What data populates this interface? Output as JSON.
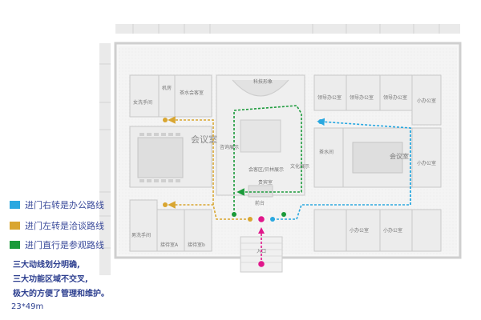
{
  "dimensions": {
    "top": [
      "200",
      "400",
      "400",
      "400",
      "1500",
      "500",
      "500",
      "500",
      "400",
      "200"
    ],
    "left": [
      "200",
      "400",
      "200",
      "600",
      "300",
      "400",
      "300"
    ]
  },
  "rooms": {
    "womens_restroom": "女洗手间",
    "machine_room": "机房",
    "tea_room": "茶水会客室",
    "reception_area": "科技形象",
    "reception_desk": "会客区/贝林展示",
    "meeting_room": "会议室",
    "general_manager": "贵宾室",
    "tea_room_2": "茶水间",
    "leader_office_1": "领导办公室",
    "leader_office_2": "领导办公室",
    "leader_office_3": "领导办公室",
    "small_office_right": "小办公室",
    "conference_room_right": "会议室",
    "small_office_right_2": "小办公室",
    "small_office_bottom_1": "小办公室",
    "small_office_bottom_2": "小办公室",
    "mens_restroom": "男洗手间",
    "reception_room_a": "接待室A",
    "reception_room_b": "接待室b",
    "entrance": "入口",
    "front_desk": "前台",
    "reception_left": "咨询展示",
    "reception_right": "文化展示"
  },
  "legend": [
    {
      "label": "进门右转是办公路线",
      "color": "#2aa8e0"
    },
    {
      "label": "进门左转是洽谈路线",
      "color": "#d9a631"
    },
    {
      "label": "进门直行是参观路线",
      "color": "#1a9a3a"
    }
  ],
  "notes": [
    "三大动线划分明确,",
    "三大功能区域不交叉,",
    "极大的方便了管理和维护。"
  ],
  "size": "23*49m",
  "colors": {
    "office_route": "#2aa8e0",
    "negotiation_route": "#d9a631",
    "visit_route": "#1a9a3a",
    "entrance_marker": "#e0178b",
    "floor": "#eeeeee",
    "wall": "#d0d0d0"
  }
}
